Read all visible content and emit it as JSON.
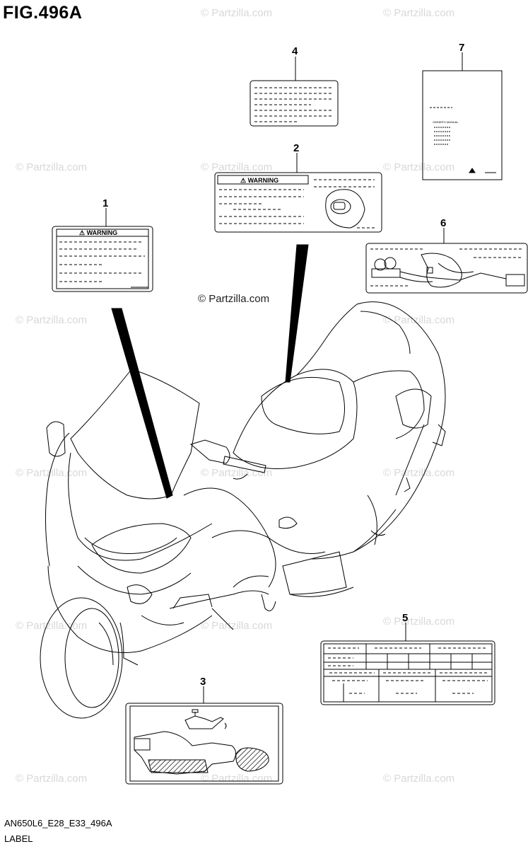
{
  "figure": {
    "title": "FIG.496A",
    "watermark": "© Partzilla.com",
    "code": "AN650L6_E28_E33_496A",
    "name": "LABEL"
  },
  "callouts": [
    {
      "number": "1",
      "part": "warning-label-windscreen"
    },
    {
      "number": "2",
      "part": "warning-label-seat"
    },
    {
      "number": "3",
      "part": "oil-label"
    },
    {
      "number": "4",
      "part": "info-label"
    },
    {
      "number": "5",
      "part": "tire-information-label"
    },
    {
      "number": "6",
      "part": "brake-routing-label"
    },
    {
      "number": "7",
      "part": "owners-manual"
    }
  ],
  "label_text": {
    "warning": "⚠ WARNING",
    "manual": "OWNER'S MANUAL"
  },
  "colors": {
    "line": "#000000",
    "watermark": "#d8d8d8",
    "background": "#ffffff"
  }
}
